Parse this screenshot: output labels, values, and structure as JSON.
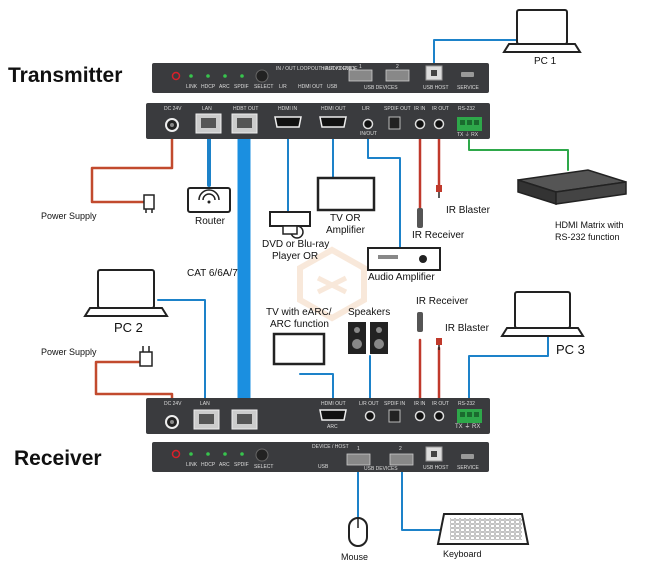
{
  "titles": {
    "transmitter": "Transmitter",
    "receiver": "Receiver"
  },
  "labels": {
    "pc1": "PC 1",
    "pc2": "PC 2",
    "pc3": "PC 3",
    "power_supply_tx": "Power Supply",
    "power_supply_rx": "Power Supply",
    "router": "Router",
    "cat": "CAT 6/6A/7",
    "dvd_line1": "DVD or Blu-ray",
    "dvd_line2": "Player OR",
    "tv_amp_line1": "TV OR",
    "tv_amp_line2": "Amplifier",
    "ir_blaster_tx": "IR Blaster",
    "ir_receiver_tx": "IR Receiver",
    "hdmi_matrix_line1": "HDMI Matrix with",
    "hdmi_matrix_line2": "RS-232 function",
    "audio_amp": "Audio Amplifier",
    "tv_earc_line1": "TV with eARC/",
    "tv_earc_line2": "ARC function",
    "speakers": "Speakers",
    "ir_receiver_rx": "IR Receiver",
    "ir_blaster_rx": "IR Blaster",
    "mouse": "Mouse",
    "keyboard": "Keyboard"
  },
  "tx_front": {
    "link": "LINK",
    "hdcp": "HDCP",
    "arc": "ARC",
    "spdif": "SPDIF",
    "select": "SELECT",
    "in_out": "IN / OUT",
    "loopout": "LOOPOUT / AUDIO ONLY",
    "host_device": "HOST / DEVICE",
    "lr": "L/R",
    "hdmi_out": "HDMI OUT",
    "usb": "USB",
    "port1": "1",
    "port2": "2",
    "usb_devices": "USB DEVICES",
    "usb_host": "USB HOST",
    "service": "SERVICE"
  },
  "tx_rear": {
    "dc": "DC 24V",
    "lan": "LAN",
    "host_out": "HDBT OUT",
    "hdmi_in": "HDMI IN",
    "hdmi_out": "HDMI OUT",
    "lr": "L/R",
    "spdif_out": "SPDIF OUT",
    "ir_in": "IR IN",
    "ir_out": "IR OUT",
    "rs232": "RS-232",
    "in_out": "IN/OUT",
    "tx_rx": "TX ⏚ RX"
  },
  "rx_rear": {
    "dc": "DC 24V",
    "lan": "LAN",
    "hdmi_out": "HDMI OUT",
    "arc": "ARC",
    "lr_out": "L/R OUT",
    "spdif_in": "SPDIF IN",
    "ir_in": "IR IN",
    "ir_out": "IR OUT",
    "rs232": "RS-232",
    "tx_rx": "TX ⏚ RX"
  },
  "rx_front": {
    "link": "LINK",
    "hdcp": "HDCP",
    "arc": "ARC",
    "spdif": "SPDIF",
    "select": "SELECT",
    "device_host": "DEVICE / HOST",
    "usb": "USB",
    "port1": "1",
    "port2": "2",
    "usb_devices": "USB DEVICES",
    "usb_host": "USB HOST",
    "service": "SERVICE"
  },
  "colors": {
    "panel": "#3a3b3e",
    "panel_light": "#515256",
    "cable_blue": "#1d82c9",
    "hdbt_blue": "#1b8fe0",
    "power_red": "#c24a2e",
    "ir_red": "#c0392b",
    "rs232_green": "#2ea84a",
    "accent_red": "#d9202a"
  }
}
